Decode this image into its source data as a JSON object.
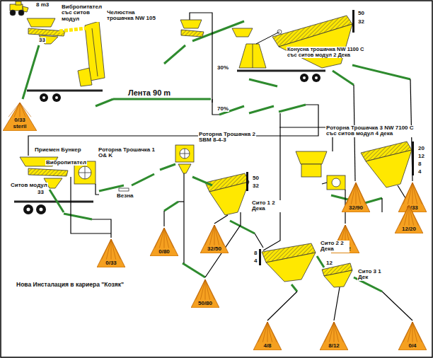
{
  "diagram": {
    "title": "Нова Инсталация в кариера \"Козяк\"",
    "nodes": [
      {
        "text": [
          "0/33",
          "steril"
        ]
      },
      {
        "text": [
          "32/90"
        ]
      },
      {
        "text": [
          "0/33"
        ]
      },
      {
        "text": [
          "0/33"
        ]
      },
      {
        "text": [
          "0/80"
        ]
      },
      {
        "text": [
          "32/50"
        ]
      },
      {
        "text": [
          "12/20"
        ]
      },
      {
        "text": [
          "8/12"
        ]
      },
      {
        "text": [
          "50/80"
        ]
      },
      {
        "text": [
          "4/8"
        ]
      },
      {
        "text": [
          "8/12"
        ]
      },
      {
        "text": [
          "0/4"
        ]
      }
    ],
    "labels": [
      "8 m3",
      "Вибропитател със ситов модул",
      "Челюстна трошачка NW 105",
      "33",
      "Лента 90 m",
      "30%",
      "70%",
      "Конусна трошачка NW 1100 C със ситов модул 2 Дека",
      "50",
      "32",
      "Приемен Бункер",
      "Вибропитател",
      "Ситов модул",
      "33",
      "Роторна Трошачка 1 O& K",
      "Везна",
      "Роторна Трошачка 2 SBM 8-4-3",
      "50",
      "32",
      "Сито 1 2 Дека",
      "Роторна Трошачка 3 NW 7100 C със ситов модул 4 дека",
      "20",
      "12",
      "8",
      "4",
      "8",
      "4",
      "12",
      "Сито 2 2 Дека",
      "Сито 3 1 Дек"
    ]
  }
}
